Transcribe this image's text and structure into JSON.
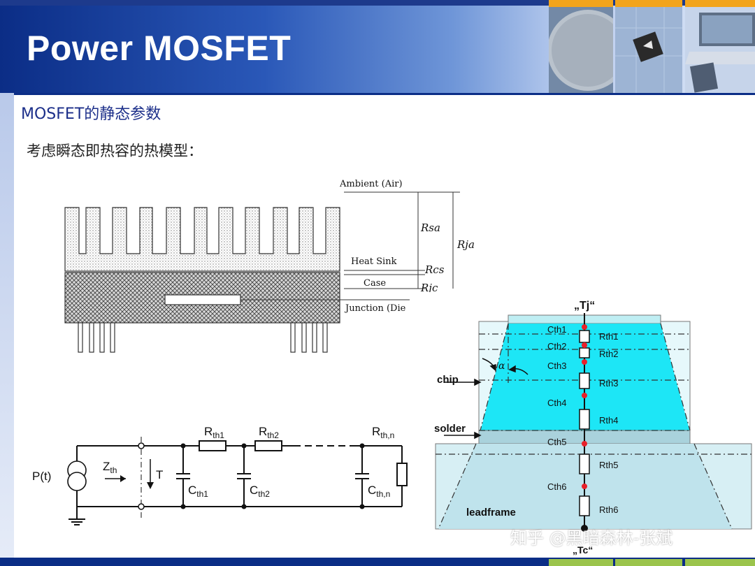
{
  "slide": {
    "title": "Power MOSFET",
    "subtitle": "MOSFET的静态参数",
    "subtitle2": "考虑瞬态即热容的热模型："
  },
  "heatsink_diagram": {
    "ambient": "Ambient (Air)",
    "heat_sink": "Heat Sink",
    "case": "Case",
    "junction": "Junction (Die",
    "r_sa": "Rsa",
    "r_cs": "Rcs",
    "r_jc": "Rjc",
    "r_ja": "Rja"
  },
  "circuit": {
    "source": "P(t)",
    "zth": "Z",
    "zth_sub": "th",
    "t": "T",
    "rth1": "R",
    "rth1_sub": "th1",
    "rth2": "R",
    "rth2_sub": "th2",
    "rthn": "R",
    "rthn_sub": "th,n",
    "cth1": "C",
    "cth1_sub": "th1",
    "cth2": "C",
    "cth2_sub": "th2",
    "cthn": "C",
    "cthn_sub": "th,n"
  },
  "package_model": {
    "tj": "„Tj“",
    "tc": "„Tc“",
    "chip": "chip",
    "solder": "solder",
    "leadframe": "leadframe",
    "alpha": "α",
    "c_labels": [
      "Cth1",
      "Cth2",
      "Cth3",
      "Cth4",
      "Cth5",
      "Cth6"
    ],
    "r_labels": [
      "Rth1",
      "Rth2",
      "Rth3",
      "Rth4",
      "Rth5",
      "Rth6"
    ],
    "colors": {
      "chip": "#12e5f5",
      "leadframe": "#bfe6ee",
      "node": "#e8202a"
    }
  },
  "watermark": "知乎 @黑暗森林-张斌"
}
